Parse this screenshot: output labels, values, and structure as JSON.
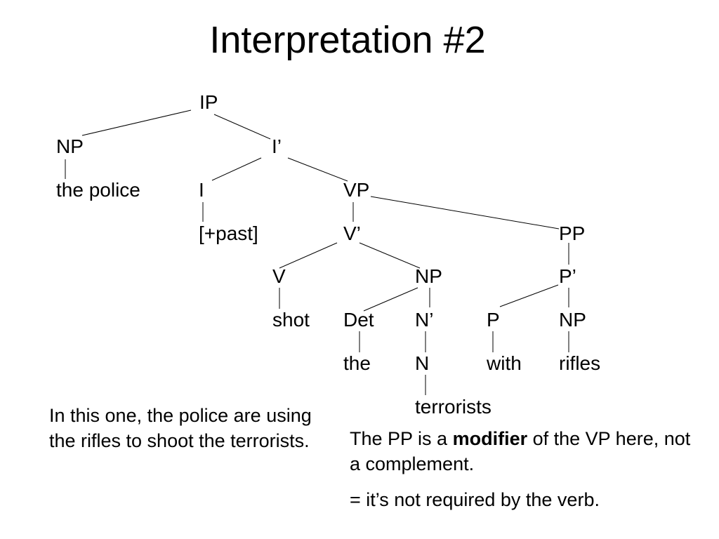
{
  "title": "Interpretation #2",
  "tree": {
    "nodes": {
      "ip": "IP",
      "np_subj": "NP",
      "the_police": "the police",
      "i_bar": "I’",
      "i_head": "I",
      "past": "[+past]",
      "vp": "VP",
      "v_bar": "V’",
      "v_head": "V",
      "shot": "shot",
      "np_obj": "NP",
      "det": "Det",
      "the": "the",
      "n_bar": "N’",
      "n_head": "N",
      "terrorists": "terrorists",
      "pp": "PP",
      "p_bar": "P’",
      "p_head": "P",
      "with": "with",
      "np_pp": "NP",
      "rifles": "rifles"
    }
  },
  "notes": {
    "left_text": "In this one, the police are using the rifles to shoot the terrorists.",
    "right_pre": "The PP is a ",
    "right_bold": "modifier",
    "right_post": " of the VP here, not a complement.",
    "right_line2": "= it’s not required by the verb."
  }
}
